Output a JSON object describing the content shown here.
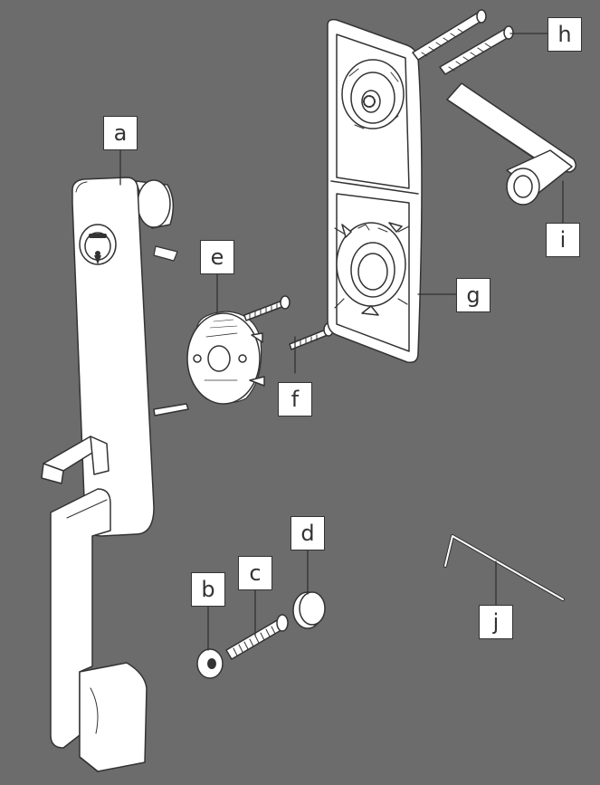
{
  "colors": {
    "background": "#6d6c6d",
    "part_fill": "#ffffff",
    "line": "#333333"
  },
  "callouts": {
    "a": "a",
    "b": "b",
    "c": "c",
    "d": "d",
    "e": "e",
    "f": "f",
    "g": "g",
    "h": "h",
    "i": "i",
    "j": "j"
  }
}
